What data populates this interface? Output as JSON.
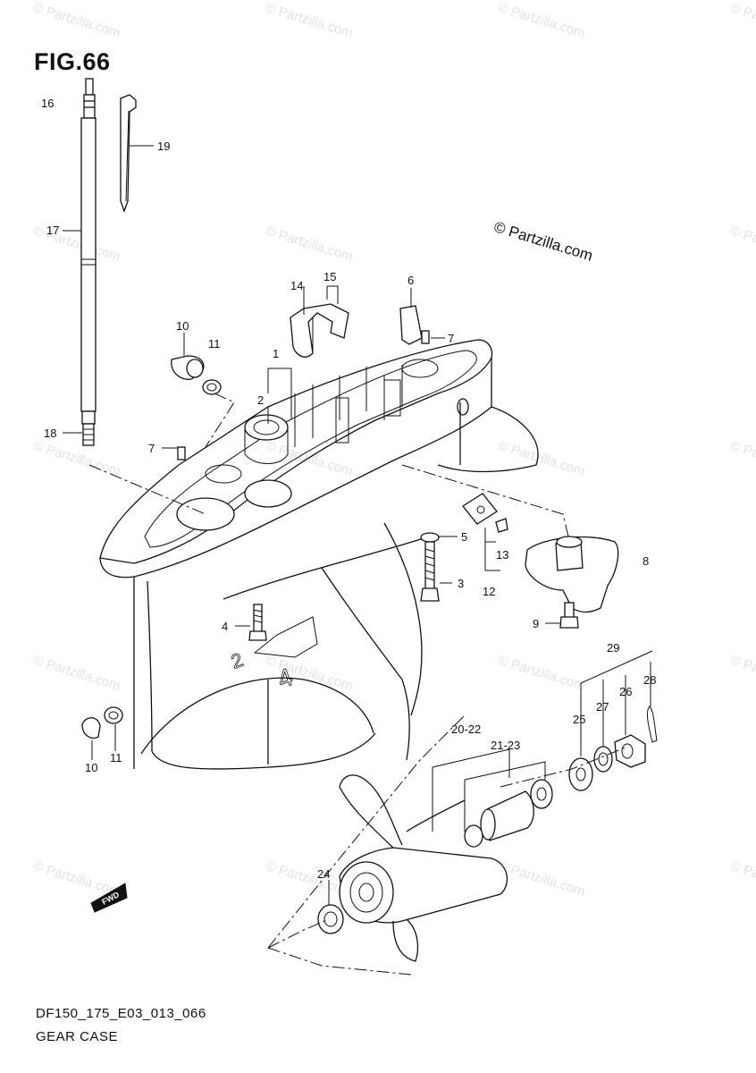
{
  "figure": {
    "title": "FIG.66",
    "copyright": "© Partzilla.com",
    "drawing_code": "DF150_175_E03_013_066",
    "subtitle": "GEAR CASE",
    "watermark": "© Partzilla.com",
    "fwd_label": "FWD"
  },
  "callouts": [
    {
      "id": "c16",
      "text": "16"
    },
    {
      "id": "c19",
      "text": "19"
    },
    {
      "id": "c17",
      "text": "17"
    },
    {
      "id": "c18",
      "text": "18"
    },
    {
      "id": "c14",
      "text": "14"
    },
    {
      "id": "c15",
      "text": "15"
    },
    {
      "id": "c6",
      "text": "6"
    },
    {
      "id": "c7a",
      "text": "7"
    },
    {
      "id": "c10a",
      "text": "10"
    },
    {
      "id": "c11a",
      "text": "11"
    },
    {
      "id": "c1",
      "text": "1"
    },
    {
      "id": "c2",
      "text": "2"
    },
    {
      "id": "c7b",
      "text": "7"
    },
    {
      "id": "c5",
      "text": "5"
    },
    {
      "id": "c13",
      "text": "13"
    },
    {
      "id": "c3",
      "text": "3"
    },
    {
      "id": "c12",
      "text": "12"
    },
    {
      "id": "c8",
      "text": "8"
    },
    {
      "id": "c4",
      "text": "4"
    },
    {
      "id": "c9",
      "text": "9"
    },
    {
      "id": "c29",
      "text": "29"
    },
    {
      "id": "c28",
      "text": "28"
    },
    {
      "id": "c26",
      "text": "26"
    },
    {
      "id": "c27",
      "text": "27"
    },
    {
      "id": "c25",
      "text": "25"
    },
    {
      "id": "c10b",
      "text": "10"
    },
    {
      "id": "c11b",
      "text": "11"
    },
    {
      "id": "c20",
      "text": "20-22"
    },
    {
      "id": "c21",
      "text": "21-23"
    },
    {
      "id": "c24",
      "text": "24"
    }
  ]
}
